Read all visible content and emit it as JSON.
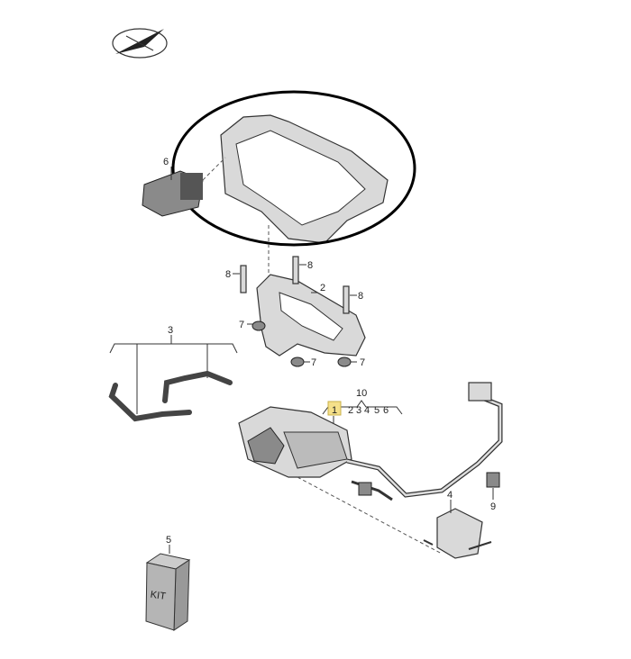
{
  "diagram": {
    "callouts": {
      "c1": "1",
      "c2": "2",
      "c3": "3",
      "c4": "4",
      "c5": "5",
      "c6": "6",
      "c7": "7",
      "c8": "8",
      "c9": "9",
      "c10": "10",
      "sub10": [
        "2",
        "3",
        "4",
        "5",
        "6"
      ]
    },
    "kit_label": "KIT",
    "highlight_color": "#f5e08a",
    "circle_color": "#000000"
  }
}
